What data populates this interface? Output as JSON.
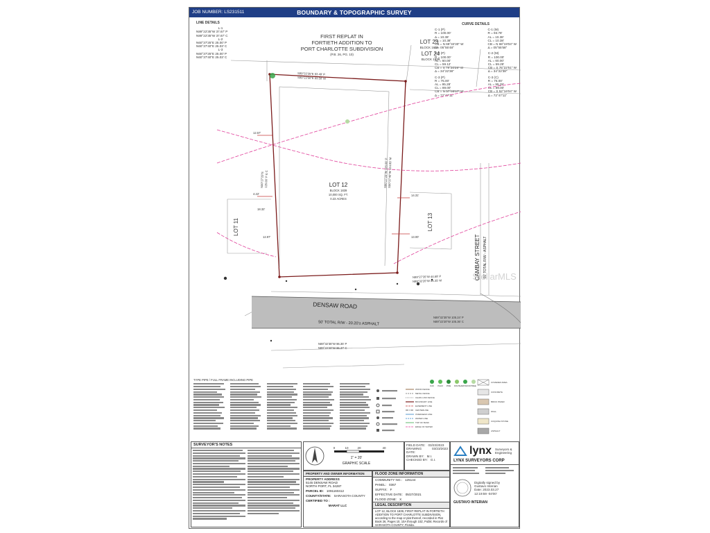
{
  "header": {
    "job_number": "JOB NUMBER: LS231511",
    "title": "BOUNDARY & TOPOGRAPHIC SURVEY"
  },
  "line_details": {
    "heading": "LINE DETAILS",
    "lines": [
      {
        "id": "L-1",
        "p": "N89°22'35\"W 37.67' P",
        "c": "N89°22'35\"W 37.67' C"
      },
      {
        "id": "L-2",
        "p": "N60°37'25\"E 25.00' P",
        "c": "N60°37'40\"E 25.03' C"
      },
      {
        "id": "L-3",
        "p": "N60°37'25\"E 25.00' P",
        "c": "N60°37'40\"E 25.03' C"
      }
    ]
  },
  "curve_details": {
    "heading": "CURVE DETAILS",
    "curves": [
      {
        "left": [
          "C-1 (P)",
          "R = 100.00'",
          "Δ = 10.38'",
          "CL = 10.38'",
          "CB = N 69°32'30\" W",
          "Δ = 05°55'48\""
        ],
        "right": [
          "C-1 (M)",
          "R = 93.78'",
          "AL = 10.38'",
          "CL = 10.38'",
          "CB = N 68°19'04\" W",
          "Δ = 05°55'58\""
        ]
      },
      {
        "left": [
          "C-2 (P)",
          "R = 100.00'",
          "AL = 60.00'",
          "CL = 59.12'",
          "CB = S 79°20'29\" W",
          "Δ = 34°22'38\""
        ],
        "right": [
          "C-2 (M)",
          "R = 100.00'",
          "AL = 60.00'",
          "CL = 59.29'",
          "CB = S 76°22'51\" W",
          "Δ = 34°22'38\""
        ]
      },
      {
        "left": [
          "C-3 (P)",
          "R = 75.00'",
          "AL = 95.28'",
          "CL = 89.00'",
          "CB = N 57°09'07\" W",
          "Δ = 72°47'11\""
        ],
        "right": [
          "C-3 (C)",
          "R = 75.00'",
          "AL = 95.28'",
          "CL = 89.00'",
          "CB = S 52°16'04\" W",
          "Δ = 72°47'11\""
        ]
      }
    ]
  },
  "map": {
    "subdivision": [
      "FIRST REPLAT IN",
      "FORTIETH ADDITION TO",
      "PORT CHARLOTTE SUBDIVISION",
      "(P.B. 26, PG. 10)"
    ],
    "lot_23": "LOT 23",
    "lot_23_sub": "BLOCK 1839",
    "lot_24": "LOT 24",
    "lot_24_sub": "BLOCK 1839",
    "lot_12": "LOT 12",
    "lot_12_sub": [
      "BLOCK 1839",
      "10,000 SQ. FT.",
      "0.23 ACRES"
    ],
    "lot_11": "LOT 11",
    "lot_13": "LOT 13",
    "road_name": "DENSAW ROAD",
    "road_desc": "50' TOTAL R/W - 20.20'± ASPHALT",
    "street_name": "CAMBAY STREET",
    "street_desc": "50' TOTAL R/W - ASPHALT",
    "bearing_north_1": "S89°32'35\"E 93.49' P",
    "bearing_north_2": "S89°22'50\"E 93.50' M",
    "bearing_west_1": "N00°27'25\"E",
    "bearing_west_2": "125.00' P & C",
    "bearing_east_1": "S00°27'25\"W 125.00' P",
    "bearing_east_2": "S00°37'40\"W 124.89' M",
    "bearing_south_1": "N89°27'35\"W 44.68' P",
    "bearing_south_2": "N89°32'20\"W 44.35' M",
    "bearing_road_1": "N89°32'35\"W 105.24' P",
    "bearing_road_2": "N89°22'20\"W 105.36' C",
    "bearing_road_3": "N89°32'35\"W 96.35' P",
    "bearing_road_4": "N89°22'20\"W 96.37' C",
    "dim_12_57": "12.57'",
    "dim_4_22": "4.22'",
    "dim_18_32": "18.32'",
    "dim_12_97": "12.97'",
    "dim_14_31": "14.31'",
    "dim_13_00": "13.00'",
    "watermark": "StellarMLS"
  },
  "scale": {
    "ticks": [
      "0",
      "10",
      "20",
      "40"
    ],
    "label": "1\" = 20'",
    "caption": "GRAPHIC SCALE"
  },
  "dates": {
    "rows": [
      {
        "k": "FIELD DATE:",
        "v": "03/23/2023"
      },
      {
        "k": "DRAWING DATE:",
        "v": "03/23/2023"
      },
      {
        "k": "DRAWN BY:",
        "v": "M.I."
      },
      {
        "k": "CHECKED BY:",
        "v": "G.I."
      }
    ]
  },
  "property": {
    "heading": "PROPERTY AND OWNER INFORMATION",
    "address_label": "PROPERTY ADDRESS",
    "address": [
      "5145 DENSAW ROAD",
      "NORTH PORT, FL 34287"
    ],
    "parcel_label": "PARCEL ID:",
    "parcel": "1091160412",
    "county_label": "COUNTY/STATE:",
    "county": "SARASOTA COUNTY",
    "certified_label": "CERTIFIED TO :",
    "certified": "MARAT LLC"
  },
  "flood": {
    "heading": "FLOOD ZONE INFORMATION",
    "rows": [
      {
        "k": "COMMUNITY NO.:",
        "v": "125144"
      },
      {
        "k": "PANEL:",
        "v": "0367"
      },
      {
        "k": "SUFFIX:",
        "v": "F"
      },
      {
        "k": "EFFECTIVE DATE:",
        "v": "05/27/2021"
      },
      {
        "k": "FLOOD ZONE:",
        "v": "X"
      }
    ],
    "legal_heading": "LEGAL DESCRIPTION",
    "legal_text": "LOT 12, BLOCK 1839, FIRST REPLAT IN FORTIETH ADDITION TO PORT CHARLOTTE SUBDIVISION, according to the map or plat thereof, recorded in Plat Book 26, Pages 10, 10A through 10Z, Public Records of SARASOTA COUNTY, Florida."
  },
  "company": {
    "logo_text": "lynx",
    "tagline": [
      "Surveyors &",
      "Engineering"
    ],
    "name": "LYNX SURVEYORS CORP",
    "signed": [
      "Digitally signed by",
      "Gustavo Interian",
      "Date: 2023.03.27",
      "12:19:59 -04'00'"
    ],
    "surveyor": "GUSTAVO INTERIAN"
  },
  "notes": {
    "heading": "SURVEYOR'S NOTES"
  },
  "legend": {
    "heading": "TYPE PIPE / FULL FRAME INCLUDING PIPE",
    "tree_labels": [
      "OAK",
      "PALM",
      "PINE",
      "FRUIT",
      "HARDWOOD",
      "TREE"
    ],
    "fill_labels": [
      "COVERED AREA",
      "CONCRETE",
      "BRICK PAVER",
      "WALL",
      "COQUINA STONE",
      "ASPHALT"
    ],
    "line_labels": [
      "WOOD FENCE",
      "METAL FENCE",
      "CHAIN LINK FENCE",
      "BOUNDARY LINE",
      "EASEMENT LINE",
      "CENTERLINE",
      "OVERHEAD LINE",
      "WATER LINE",
      "TOP OF BANK",
      "EDGE OF WATER"
    ]
  },
  "colors": {
    "title_bar": "#1f3e86",
    "boundary": "#7a1a1a",
    "flood_line": "#e0409a",
    "road_fill": "#b8b8b8",
    "accent": "#2a7fc2"
  }
}
